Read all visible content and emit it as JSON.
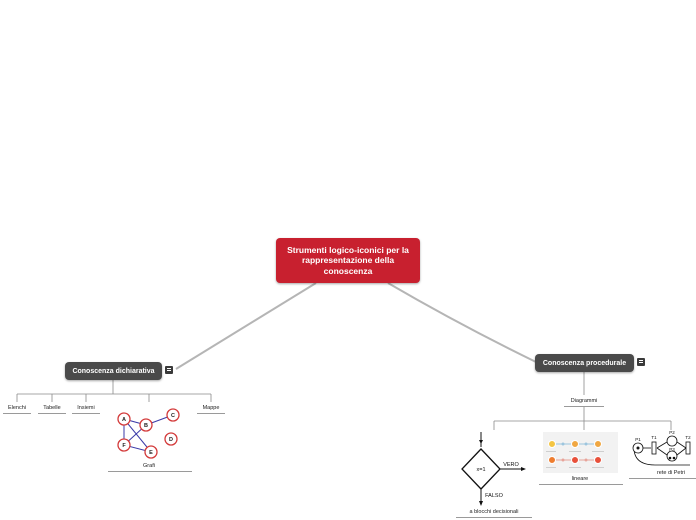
{
  "root": {
    "label": "Strumenti logico-iconici per la rappresentazione della conoscenza"
  },
  "branches": {
    "declarative": {
      "label": "Conoscenza dichiarativa",
      "children": [
        "Elenchi",
        "Tabelle",
        "Insiemi",
        "Grafi",
        "Mappe"
      ]
    },
    "procedural": {
      "label": "Conoscenza procedurale",
      "child": "Diagrammi",
      "children": [
        "a blocchi decisionali",
        "lineare",
        "rete di Petri"
      ]
    }
  },
  "graph_nodes": [
    "A",
    "B",
    "C",
    "D",
    "E",
    "F"
  ],
  "flowchart": {
    "condition": "x=1",
    "true_label": "VERO",
    "false_label": "FALSO"
  },
  "petri": {
    "places": [
      "P1",
      "P2",
      "P3"
    ],
    "transitions": [
      "T1",
      "T2"
    ]
  },
  "colors": {
    "root": "#c8202f",
    "main_node": "#4a4a4a",
    "connector": "#b5b5b5",
    "graph_node": "#d33a3a"
  },
  "icons": [
    "note-icon"
  ]
}
